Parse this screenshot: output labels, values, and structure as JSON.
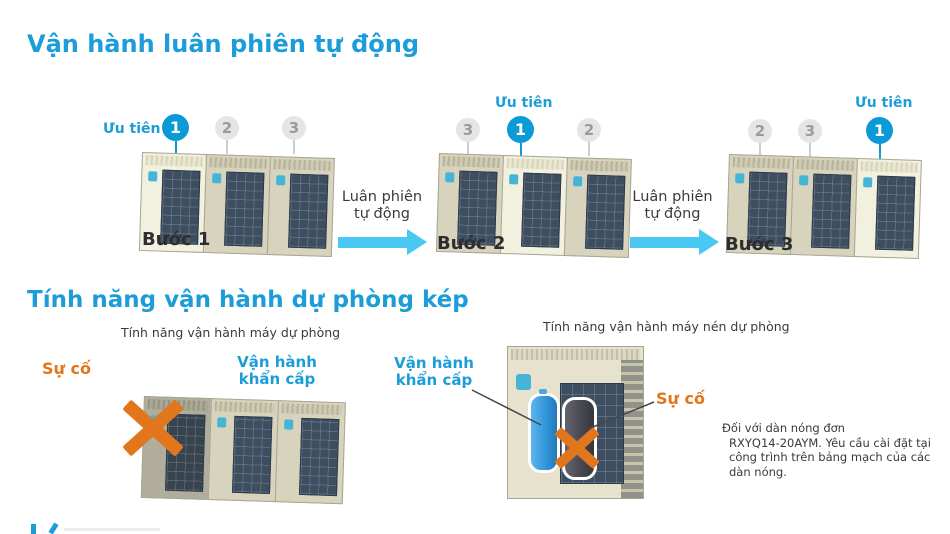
{
  "colors": {
    "accent_blue": "#1c9dd9",
    "badge_blue": "#0a9bd7",
    "failure_orange": "#e2761d",
    "arrow_cyan": "#49c8f3"
  },
  "section1": {
    "title": "Vận hành luân phiên tự động",
    "priority_label": "Ưu tiên",
    "arrow_label": {
      "line1": "Luân phiên",
      "line2": "tự động"
    },
    "steps": [
      {
        "label": "Bước 1",
        "badges": [
          "1",
          "2",
          "3"
        ]
      },
      {
        "label": "Bước 2",
        "badges": [
          "3",
          "1",
          "2"
        ]
      },
      {
        "label": "Bước 3",
        "badges": [
          "2",
          "3",
          "1"
        ]
      }
    ]
  },
  "section2": {
    "title": "Tính năng vận hành dự phòng kép",
    "backup_unit": {
      "subtitle": "Tính năng vận hành máy dự phòng",
      "failure_label": "Sự cố",
      "emergency": {
        "line1": "Vận hành",
        "line2": "khẩn cấp"
      }
    },
    "backup_compressor": {
      "subtitle": "Tính năng vận hành máy nén dự phòng",
      "failure_label": "Sự cố",
      "emergency": {
        "line1": "Vận hành",
        "line2": "khẩn cấp"
      },
      "note_lines": [
        "Đối với dàn nóng đơn",
        "RXYQ14-20AYM. Yêu cầu cài đặt tại",
        "công trình trên bảng mạch của các",
        "dàn nóng."
      ]
    }
  }
}
